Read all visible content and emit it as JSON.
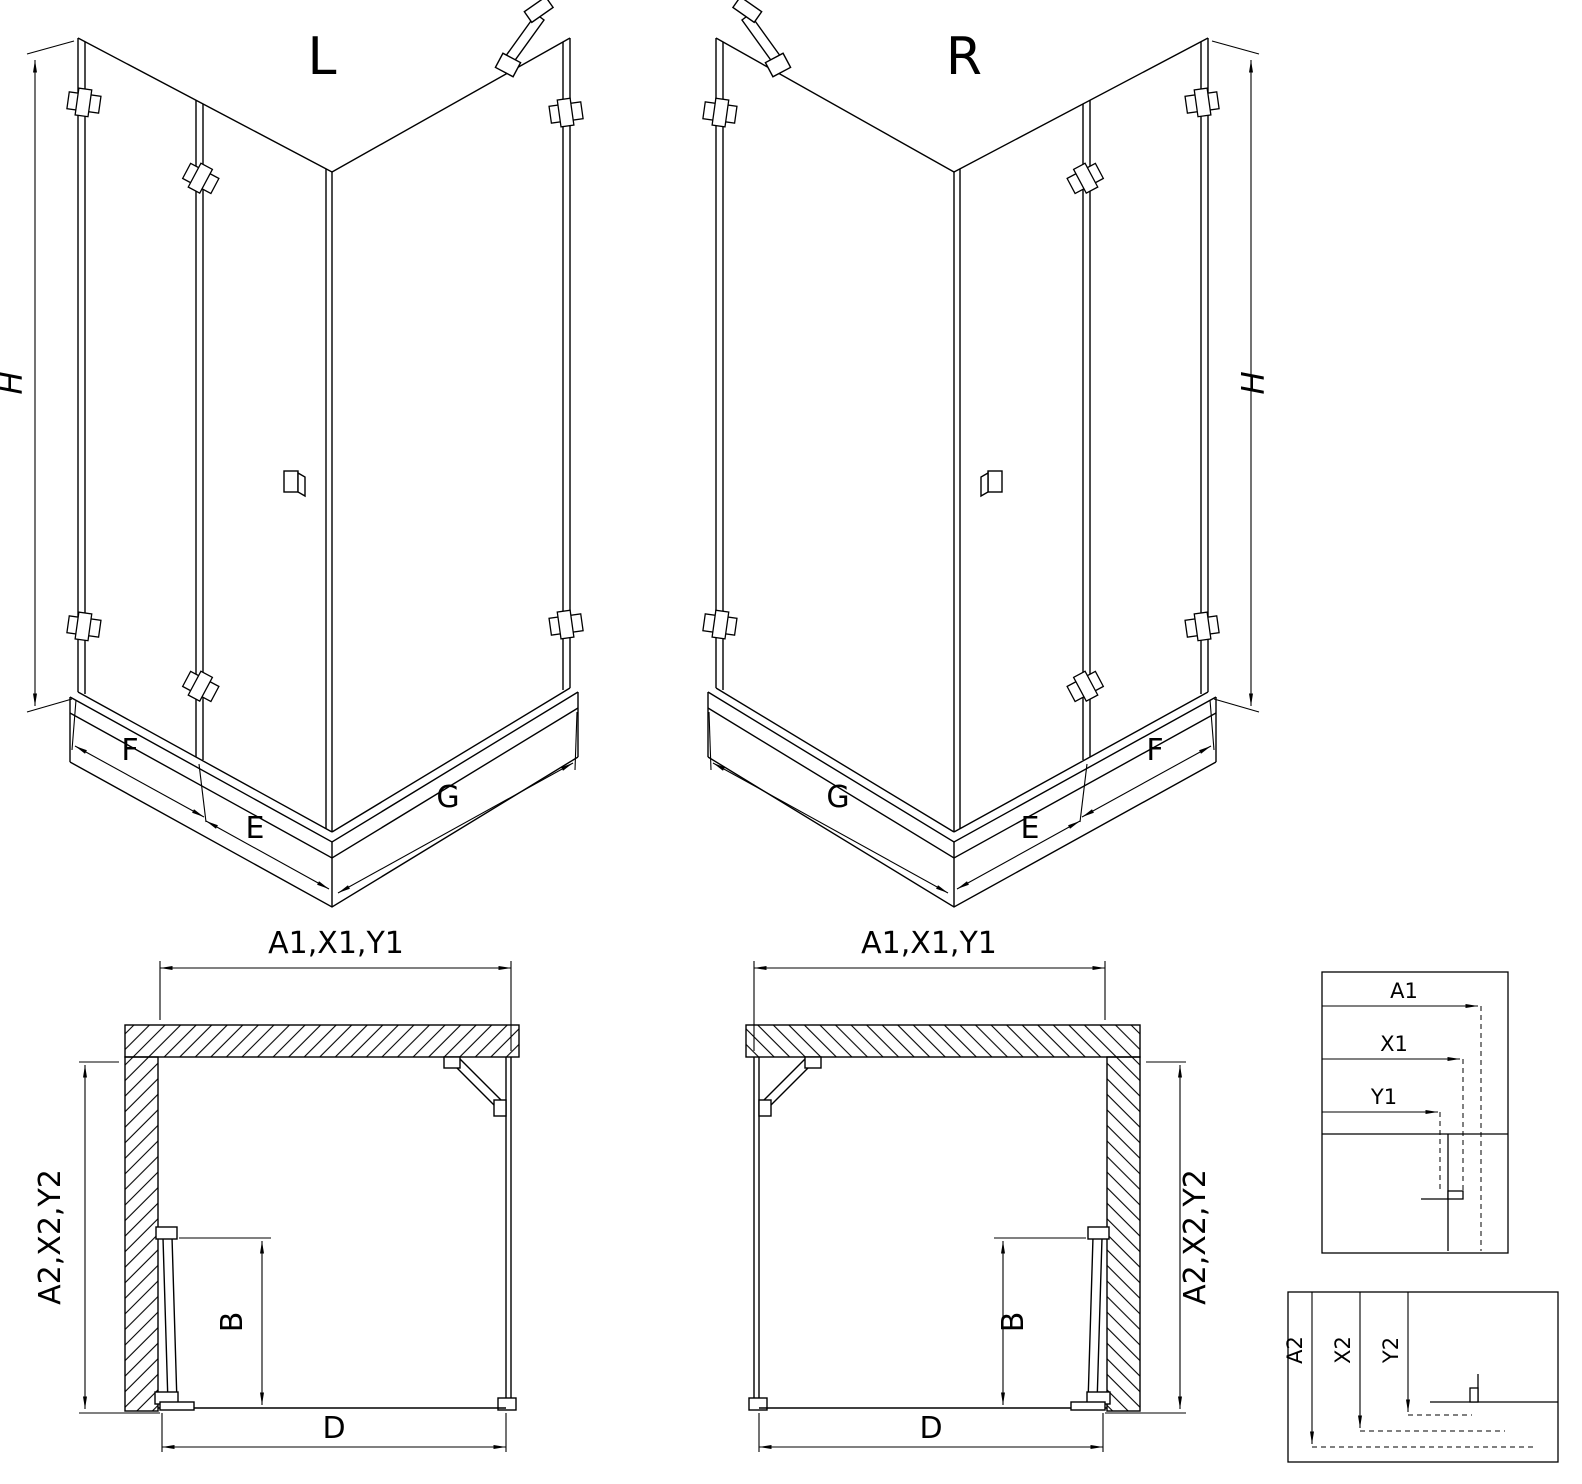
{
  "figure": {
    "background": "#ffffff",
    "line_color": "#000000",
    "iso_left": {
      "label": "L",
      "dim_h": "H",
      "dim_f": "F",
      "dim_e": "E",
      "dim_g": "G"
    },
    "iso_right": {
      "label": "R",
      "dim_h": "H",
      "dim_f": "F",
      "dim_e": "E",
      "dim_g": "G"
    },
    "plan_left": {
      "dim_top": "A1,X1,Y1",
      "dim_side": "A2,X2,Y2",
      "dim_b": "B",
      "dim_d": "D"
    },
    "plan_right": {
      "dim_top": "A1,X1,Y1",
      "dim_side": "A2,X2,Y2",
      "dim_b": "B",
      "dim_d": "D"
    },
    "detail_top": {
      "rows": [
        "A1",
        "X1",
        "Y1"
      ]
    },
    "detail_bottom": {
      "cols": [
        "A2",
        "X2",
        "Y2"
      ]
    }
  }
}
